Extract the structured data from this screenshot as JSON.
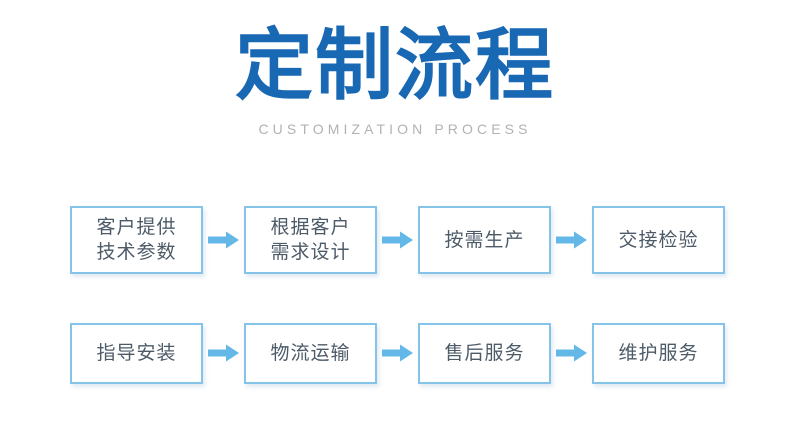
{
  "header": {
    "title": "定制流程",
    "subtitle": "CUSTOMIZATION PROCESS",
    "title_color": "#1868b3",
    "subtitle_color": "#b2b2b2"
  },
  "theme": {
    "background": "#ffffff",
    "node_border": "#85c3e8",
    "node_background": "#ffffff",
    "node_text": "#4d5b68",
    "arrow_color": "#63b8e8"
  },
  "flow": {
    "rows": [
      {
        "steps": [
          {
            "label": "客户提供\n技术参数",
            "lines": [
              "客户提供",
              "技术参数"
            ]
          },
          {
            "label": "根据客户\n需求设计",
            "lines": [
              "根据客户",
              "需求设计"
            ]
          },
          {
            "label": "按需生产",
            "lines": [
              "按需生产"
            ]
          },
          {
            "label": "交接检验",
            "lines": [
              "交接检验"
            ]
          }
        ],
        "arrows": [
          "arrow-right-icon",
          "arrow-right-icon",
          "arrow-right-icon"
        ]
      },
      {
        "steps": [
          {
            "label": "指导安装",
            "lines": [
              "指导安装"
            ]
          },
          {
            "label": "物流运输",
            "lines": [
              "物流运输"
            ]
          },
          {
            "label": "售后服务",
            "lines": [
              "售后服务"
            ]
          },
          {
            "label": "维护服务",
            "lines": [
              "维护服务"
            ]
          }
        ],
        "arrows": [
          "arrow-right-icon",
          "arrow-right-icon",
          "arrow-right-icon"
        ]
      }
    ]
  }
}
